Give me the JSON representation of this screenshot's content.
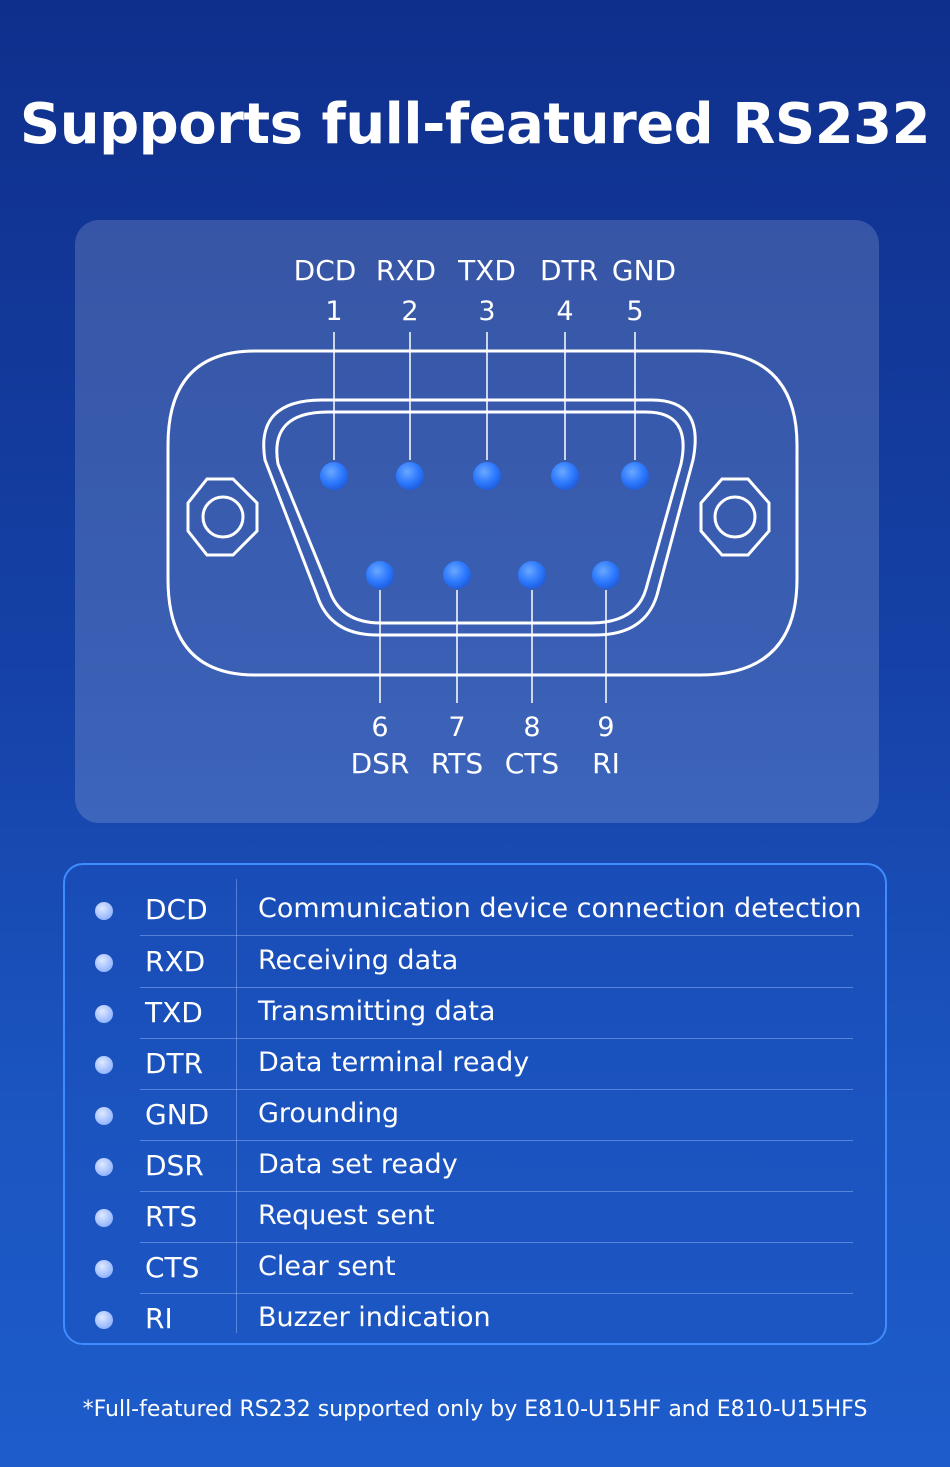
{
  "title": "Supports full-featured RS232",
  "connector": {
    "top_pins": [
      {
        "num": "1",
        "label": "DCD"
      },
      {
        "num": "2",
        "label": "RXD"
      },
      {
        "num": "3",
        "label": "TXD"
      },
      {
        "num": "4",
        "label": "DTR"
      },
      {
        "num": "5",
        "label": "GND"
      }
    ],
    "bottom_pins": [
      {
        "num": "6",
        "label": "DSR"
      },
      {
        "num": "7",
        "label": "RTS"
      },
      {
        "num": "8",
        "label": "CTS"
      },
      {
        "num": "9",
        "label": "RI"
      }
    ],
    "pin_color": "#2f7bff",
    "outline_color": "#ffffff"
  },
  "signals": [
    {
      "abbr": "DCD",
      "desc": "Communication device connection detection"
    },
    {
      "abbr": "RXD",
      "desc": "Receiving data"
    },
    {
      "abbr": "TXD",
      "desc": "Transmitting data"
    },
    {
      "abbr": "DTR",
      "desc": "Data terminal ready"
    },
    {
      "abbr": "GND",
      "desc": "Grounding"
    },
    {
      "abbr": "DSR",
      "desc": "Data set ready"
    },
    {
      "abbr": "RTS",
      "desc": "Request sent"
    },
    {
      "abbr": "CTS",
      "desc": "Clear sent"
    },
    {
      "abbr": "RI",
      "desc": "Buzzer indication"
    }
  ],
  "footnote": "*Full-featured RS232 supported only by E810-U15HF and E810-U15HFS"
}
